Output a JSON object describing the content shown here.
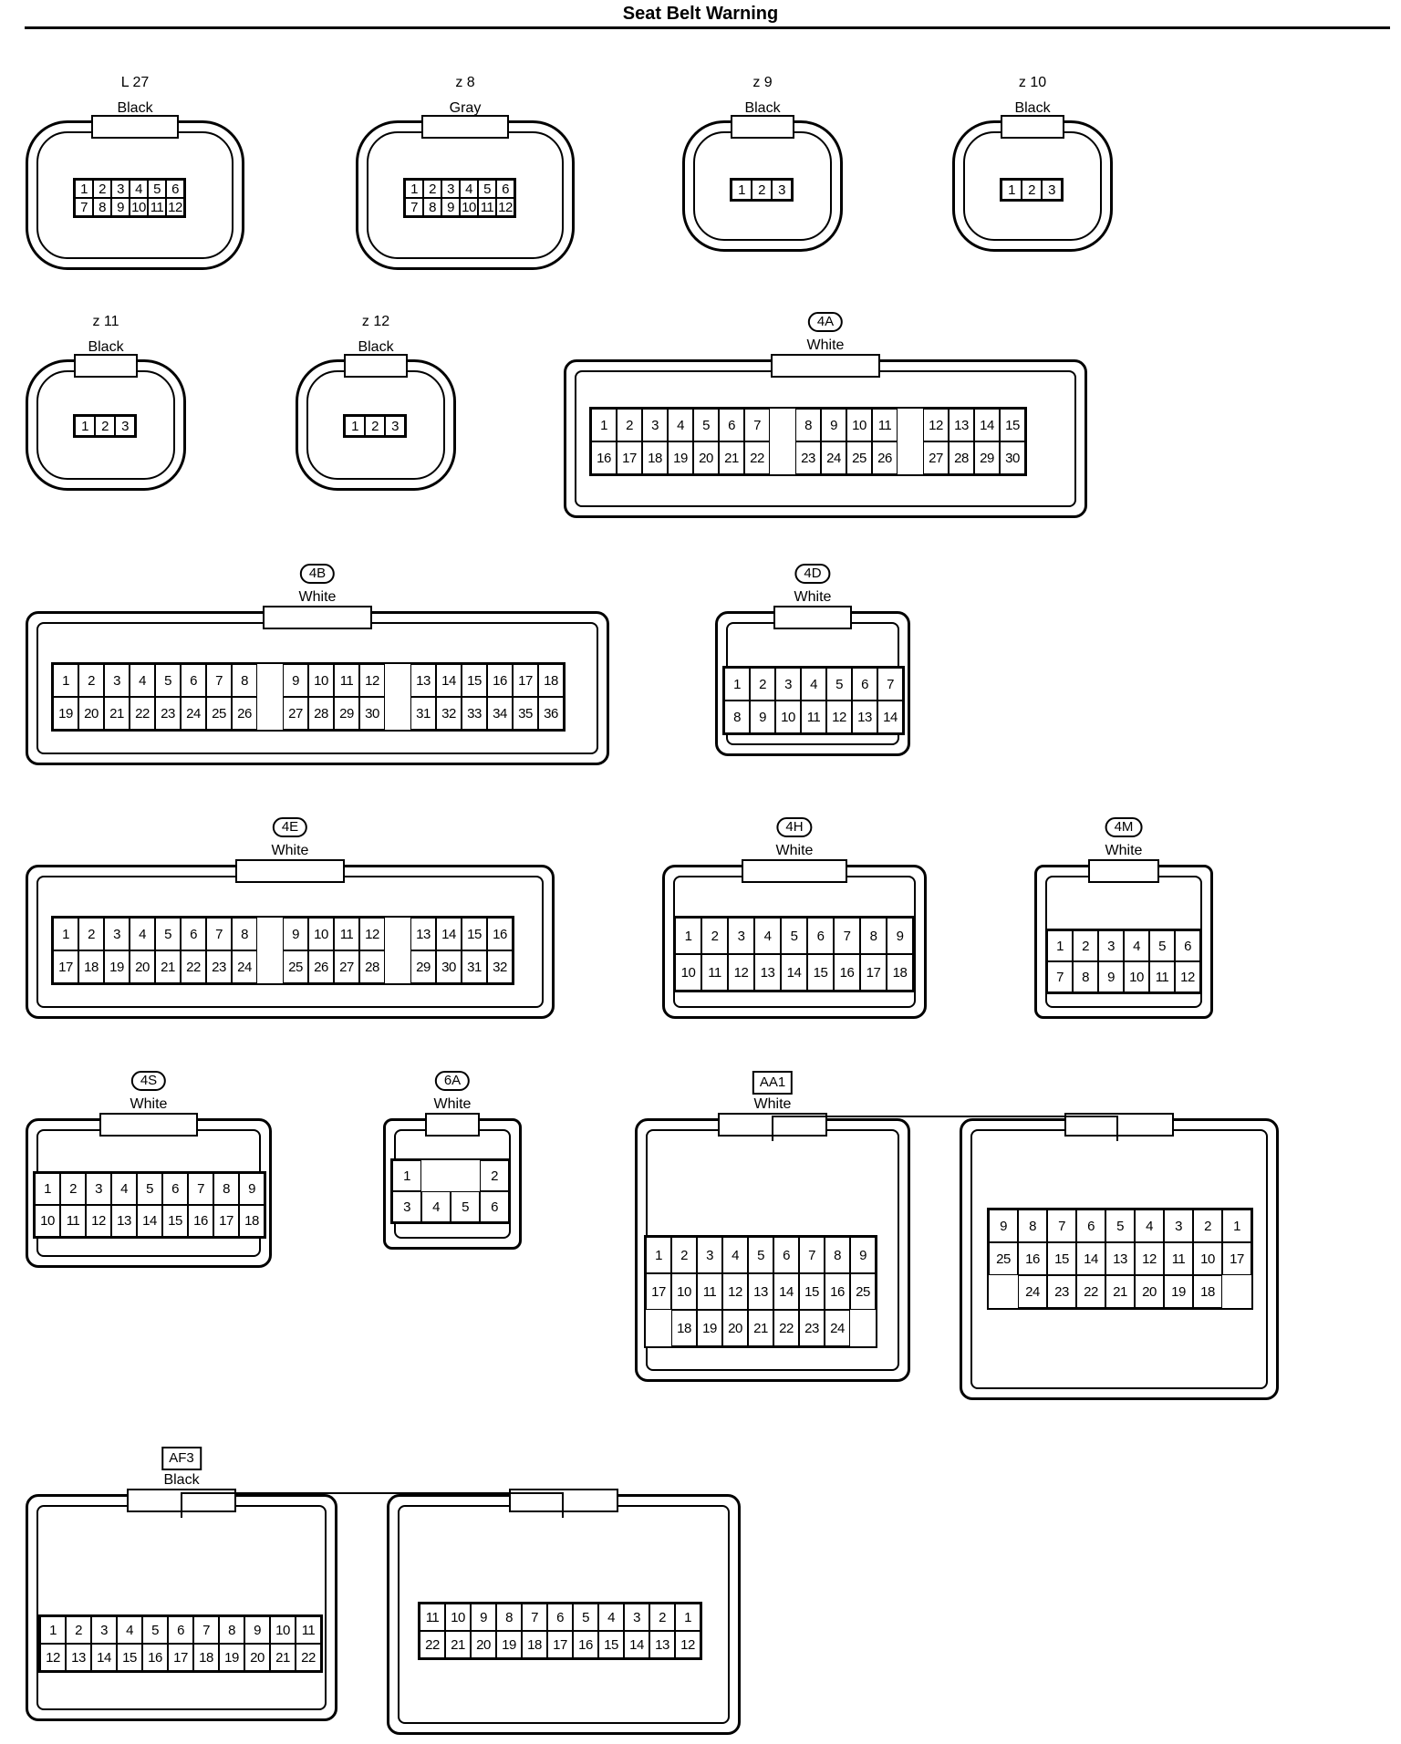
{
  "title": "Seat Belt Warning",
  "icons": {
    "connector": "connector-face-icon"
  },
  "connectors": [
    {
      "id": "L27",
      "code": "L 27",
      "color": "Black",
      "tag_style": "plain",
      "rows": [
        [
          "1",
          "2",
          "3",
          "4",
          "5",
          "6"
        ],
        [
          "7",
          "8",
          "9",
          "10",
          "11",
          "12"
        ]
      ]
    },
    {
      "id": "z8",
      "code": "z 8",
      "color": "Gray",
      "tag_style": "plain",
      "rows": [
        [
          "1",
          "2",
          "3",
          "4",
          "5",
          "6"
        ],
        [
          "7",
          "8",
          "9",
          "10",
          "11",
          "12"
        ]
      ]
    },
    {
      "id": "z9",
      "code": "z 9",
      "color": "Black",
      "tag_style": "plain",
      "rows": [
        [
          "1",
          "2",
          "3"
        ]
      ]
    },
    {
      "id": "z10",
      "code": "z 10",
      "color": "Black",
      "tag_style": "plain",
      "rows": [
        [
          "1",
          "2",
          "3"
        ]
      ]
    },
    {
      "id": "z11",
      "code": "z 11",
      "color": "Black",
      "tag_style": "plain",
      "rows": [
        [
          "1",
          "2",
          "3"
        ]
      ]
    },
    {
      "id": "z12",
      "code": "z 12",
      "color": "Black",
      "tag_style": "plain",
      "rows": [
        [
          "1",
          "2",
          "3"
        ]
      ]
    },
    {
      "id": "4A",
      "code": "4A",
      "color": "White",
      "tag_style": "oval",
      "rows": [
        [
          "1",
          "2",
          "3",
          "4",
          "5",
          "6",
          "7",
          "",
          "8",
          "9",
          "10",
          "11",
          "",
          "12",
          "13",
          "14",
          "15"
        ],
        [
          "16",
          "17",
          "18",
          "19",
          "20",
          "21",
          "22",
          "",
          "23",
          "24",
          "25",
          "26",
          "",
          "27",
          "28",
          "29",
          "30"
        ]
      ]
    },
    {
      "id": "4B",
      "code": "4B",
      "color": "White",
      "tag_style": "oval",
      "rows": [
        [
          "1",
          "2",
          "3",
          "4",
          "5",
          "6",
          "7",
          "8",
          "",
          "9",
          "10",
          "11",
          "12",
          "",
          "13",
          "14",
          "15",
          "16",
          "17",
          "18"
        ],
        [
          "19",
          "20",
          "21",
          "22",
          "23",
          "24",
          "25",
          "26",
          "",
          "27",
          "28",
          "29",
          "30",
          "",
          "31",
          "32",
          "33",
          "34",
          "35",
          "36"
        ]
      ]
    },
    {
      "id": "4D",
      "code": "4D",
      "color": "White",
      "tag_style": "oval",
      "rows": [
        [
          "1",
          "2",
          "3",
          "4",
          "5",
          "6",
          "7"
        ],
        [
          "8",
          "9",
          "10",
          "11",
          "12",
          "13",
          "14"
        ]
      ]
    },
    {
      "id": "4E",
      "code": "4E",
      "color": "White",
      "tag_style": "oval",
      "rows": [
        [
          "1",
          "2",
          "3",
          "4",
          "5",
          "6",
          "7",
          "8",
          "",
          "9",
          "10",
          "11",
          "12",
          "",
          "13",
          "14",
          "15",
          "16"
        ],
        [
          "17",
          "18",
          "19",
          "20",
          "21",
          "22",
          "23",
          "24",
          "",
          "25",
          "26",
          "27",
          "28",
          "",
          "29",
          "30",
          "31",
          "32"
        ]
      ]
    },
    {
      "id": "4H",
      "code": "4H",
      "color": "White",
      "tag_style": "oval",
      "rows": [
        [
          "1",
          "2",
          "3",
          "4",
          "5",
          "6",
          "7",
          "8",
          "9"
        ],
        [
          "10",
          "11",
          "12",
          "13",
          "14",
          "15",
          "16",
          "17",
          "18"
        ]
      ]
    },
    {
      "id": "4M",
      "code": "4M",
      "color": "White",
      "tag_style": "oval",
      "rows": [
        [
          "1",
          "2",
          "3",
          "4",
          "5",
          "6"
        ],
        [
          "7",
          "8",
          "9",
          "10",
          "11",
          "12"
        ]
      ]
    },
    {
      "id": "4S",
      "code": "4S",
      "color": "White",
      "tag_style": "oval",
      "rows": [
        [
          "1",
          "2",
          "3",
          "4",
          "5",
          "6",
          "7",
          "8",
          "9"
        ],
        [
          "10",
          "11",
          "12",
          "13",
          "14",
          "15",
          "16",
          "17",
          "18"
        ]
      ]
    },
    {
      "id": "6A",
      "code": "6A",
      "color": "White",
      "tag_style": "oval",
      "rows": [
        [
          "1",
          "",
          "",
          "2"
        ],
        [
          "3",
          "4",
          "5",
          "6"
        ]
      ]
    },
    {
      "id": "AA1-a",
      "code": "AA1",
      "color": "White",
      "tag_style": "square",
      "rows": [
        [
          "1",
          "2",
          "3",
          "4",
          "5",
          "6",
          "7",
          "8",
          "9"
        ],
        [
          "17",
          "10",
          "11",
          "12",
          "13",
          "14",
          "15",
          "16",
          "25"
        ],
        [
          "",
          "18",
          "19",
          "20",
          "21",
          "22",
          "23",
          "24",
          ""
        ]
      ]
    },
    {
      "id": "AA1-b",
      "code": "",
      "color": "",
      "tag_style": "none",
      "rows": [
        [
          "9",
          "8",
          "7",
          "6",
          "5",
          "4",
          "3",
          "2",
          "1"
        ],
        [
          "25",
          "16",
          "15",
          "14",
          "13",
          "12",
          "11",
          "10",
          "17"
        ],
        [
          "",
          "24",
          "23",
          "22",
          "21",
          "20",
          "19",
          "18",
          ""
        ]
      ]
    },
    {
      "id": "AF3-a",
      "code": "AF3",
      "color": "Black",
      "tag_style": "square",
      "rows": [
        [
          "1",
          "2",
          "3",
          "4",
          "5",
          "6",
          "7",
          "8",
          "9",
          "10",
          "11"
        ],
        [
          "12",
          "13",
          "14",
          "15",
          "16",
          "17",
          "18",
          "19",
          "20",
          "21",
          "22"
        ]
      ]
    },
    {
      "id": "AF3-b",
      "code": "",
      "color": "",
      "tag_style": "none",
      "rows": [
        [
          "11",
          "10",
          "9",
          "8",
          "7",
          "6",
          "5",
          "4",
          "3",
          "2",
          "1"
        ],
        [
          "22",
          "21",
          "20",
          "19",
          "18",
          "17",
          "16",
          "15",
          "14",
          "13",
          "12"
        ]
      ]
    }
  ]
}
